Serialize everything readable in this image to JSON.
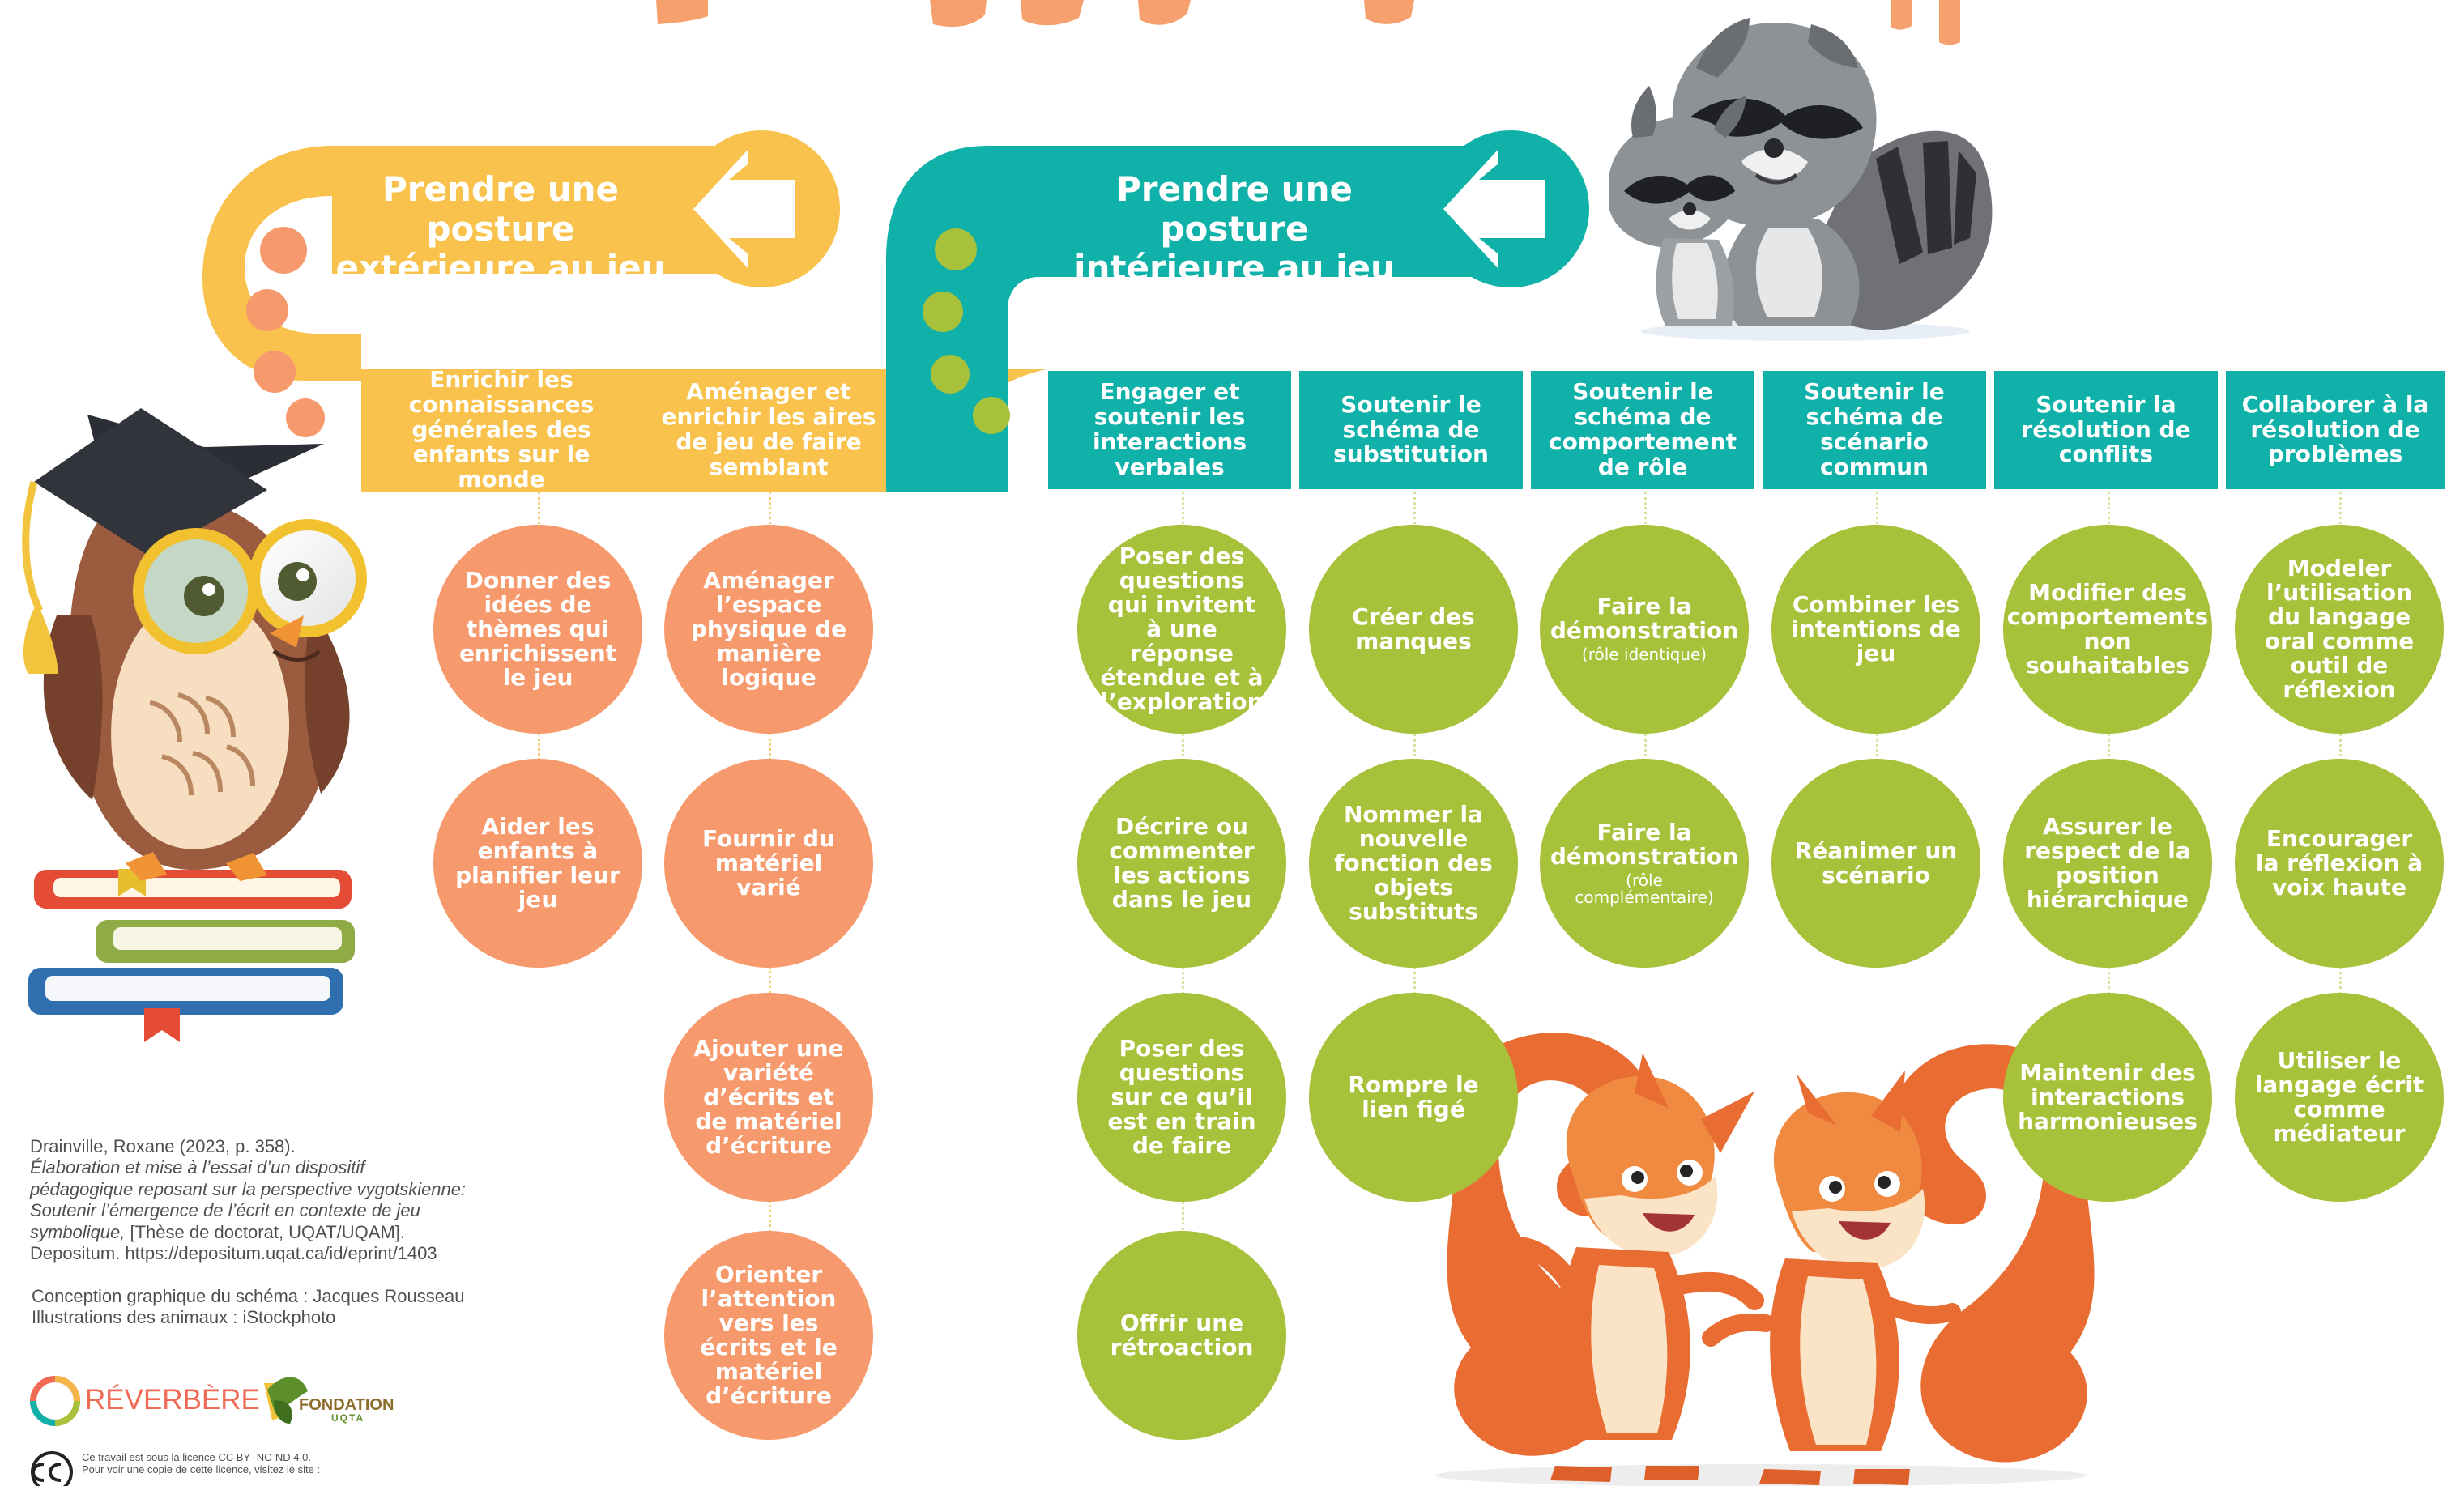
{
  "postures": [
    {
      "title_line1": "Prendre une posture",
      "title_line2": "extérieure au jeu"
    },
    {
      "title_line1": "Prendre une posture",
      "title_line2": "intérieure au jeu"
    }
  ],
  "categories": [
    {
      "title": "Enrichir les connaissances générales des enfants sur le monde",
      "items": [
        {
          "label": "Donner des idées de thèmes qui enrichissent le jeu"
        },
        {
          "label": "Aider les enfants à planifier leur jeu"
        }
      ]
    },
    {
      "title": "Aménager et enrichir les aires de jeu de faire semblant",
      "items": [
        {
          "label": "Aménager l’espace physique de manière logique"
        },
        {
          "label": "Fournir du matériel varié"
        },
        {
          "label": "Ajouter une variété d’écrits et de matériel d’écriture"
        },
        {
          "label": "Orienter l’attention vers les écrits et le matériel d’écriture"
        }
      ]
    },
    {
      "title": "Engager et soutenir les interactions verbales",
      "items": [
        {
          "label": "Poser des questions qui invitent à une réponse étendue et à l’exploration"
        },
        {
          "label": "Décrire ou commenter les actions dans le jeu"
        },
        {
          "label": "Poser des questions sur ce qu’il est en train de faire"
        },
        {
          "label": "Offrir une rétroaction"
        }
      ]
    },
    {
      "title": "Soutenir le schéma de substitution",
      "items": [
        {
          "label": "Créer des manques"
        },
        {
          "label": "Nommer la nouvelle fonction des objets substituts"
        },
        {
          "label": "Rompre le lien figé"
        }
      ]
    },
    {
      "title": "Soutenir le schéma de comportement de rôle",
      "items": [
        {
          "label": "Faire la démonstration",
          "sub": "(rôle identique)"
        },
        {
          "label": "Faire la démonstration",
          "sub": "(rôle complémentaire)"
        }
      ]
    },
    {
      "title": "Soutenir le schéma de scénario commun",
      "items": [
        {
          "label": "Combiner les intentions de jeu"
        },
        {
          "label": "Réanimer un scénario"
        }
      ]
    },
    {
      "title": "Soutenir la résolution de conflits",
      "items": [
        {
          "label": "Modifier des comportements non souhaitables"
        },
        {
          "label": "Assurer le respect de la position hiérarchique"
        },
        {
          "label": "Maintenir des interactions harmonieuses"
        }
      ]
    },
    {
      "title": "Collaborer à la résolution de problèmes",
      "items": [
        {
          "label": "Modeler l’utilisation du langage oral comme outil de réflexion"
        },
        {
          "label": "Encourager la réflexion à voix haute"
        },
        {
          "label": "Utiliser le langage écrit comme médiateur"
        }
      ]
    }
  ],
  "credits": {
    "line1": "Drainville, Roxane (2023, p. 358).",
    "line2": "Élaboration et mise à l’essai d’un dispositif",
    "line3": "pédagogique reposant sur la perspective vygotskienne:",
    "line4": "Soutenir l’émergence de l’écrit en contexte de jeu",
    "line5_italic": "symbolique,",
    "line5_rest": " [Thèse de doctorat, UQAT/UQAM].",
    "line6": "Depositum. https://depositum.uqat.ca/id/eprint/1403",
    "design": "Conception graphique du schéma : Jacques Rousseau",
    "illustrations": "Illustrations des animaux : iStockphoto"
  },
  "logos": {
    "reverbere": "RÉVERBÈRE",
    "fondation_line1": "FONDATION",
    "fondation_line2": "UQTA"
  },
  "license": {
    "line1": "Ce travail est sous la licence CC BY -NC-ND 4.0.",
    "line2": "Pour voir une copie de cette licence, visitez le site :"
  },
  "colors": {
    "yellow": "#f8c24d",
    "teal": "#10b1a8",
    "orange": "#f69a6e",
    "green": "#a7c13b",
    "title_orange": "#f6a06e"
  }
}
